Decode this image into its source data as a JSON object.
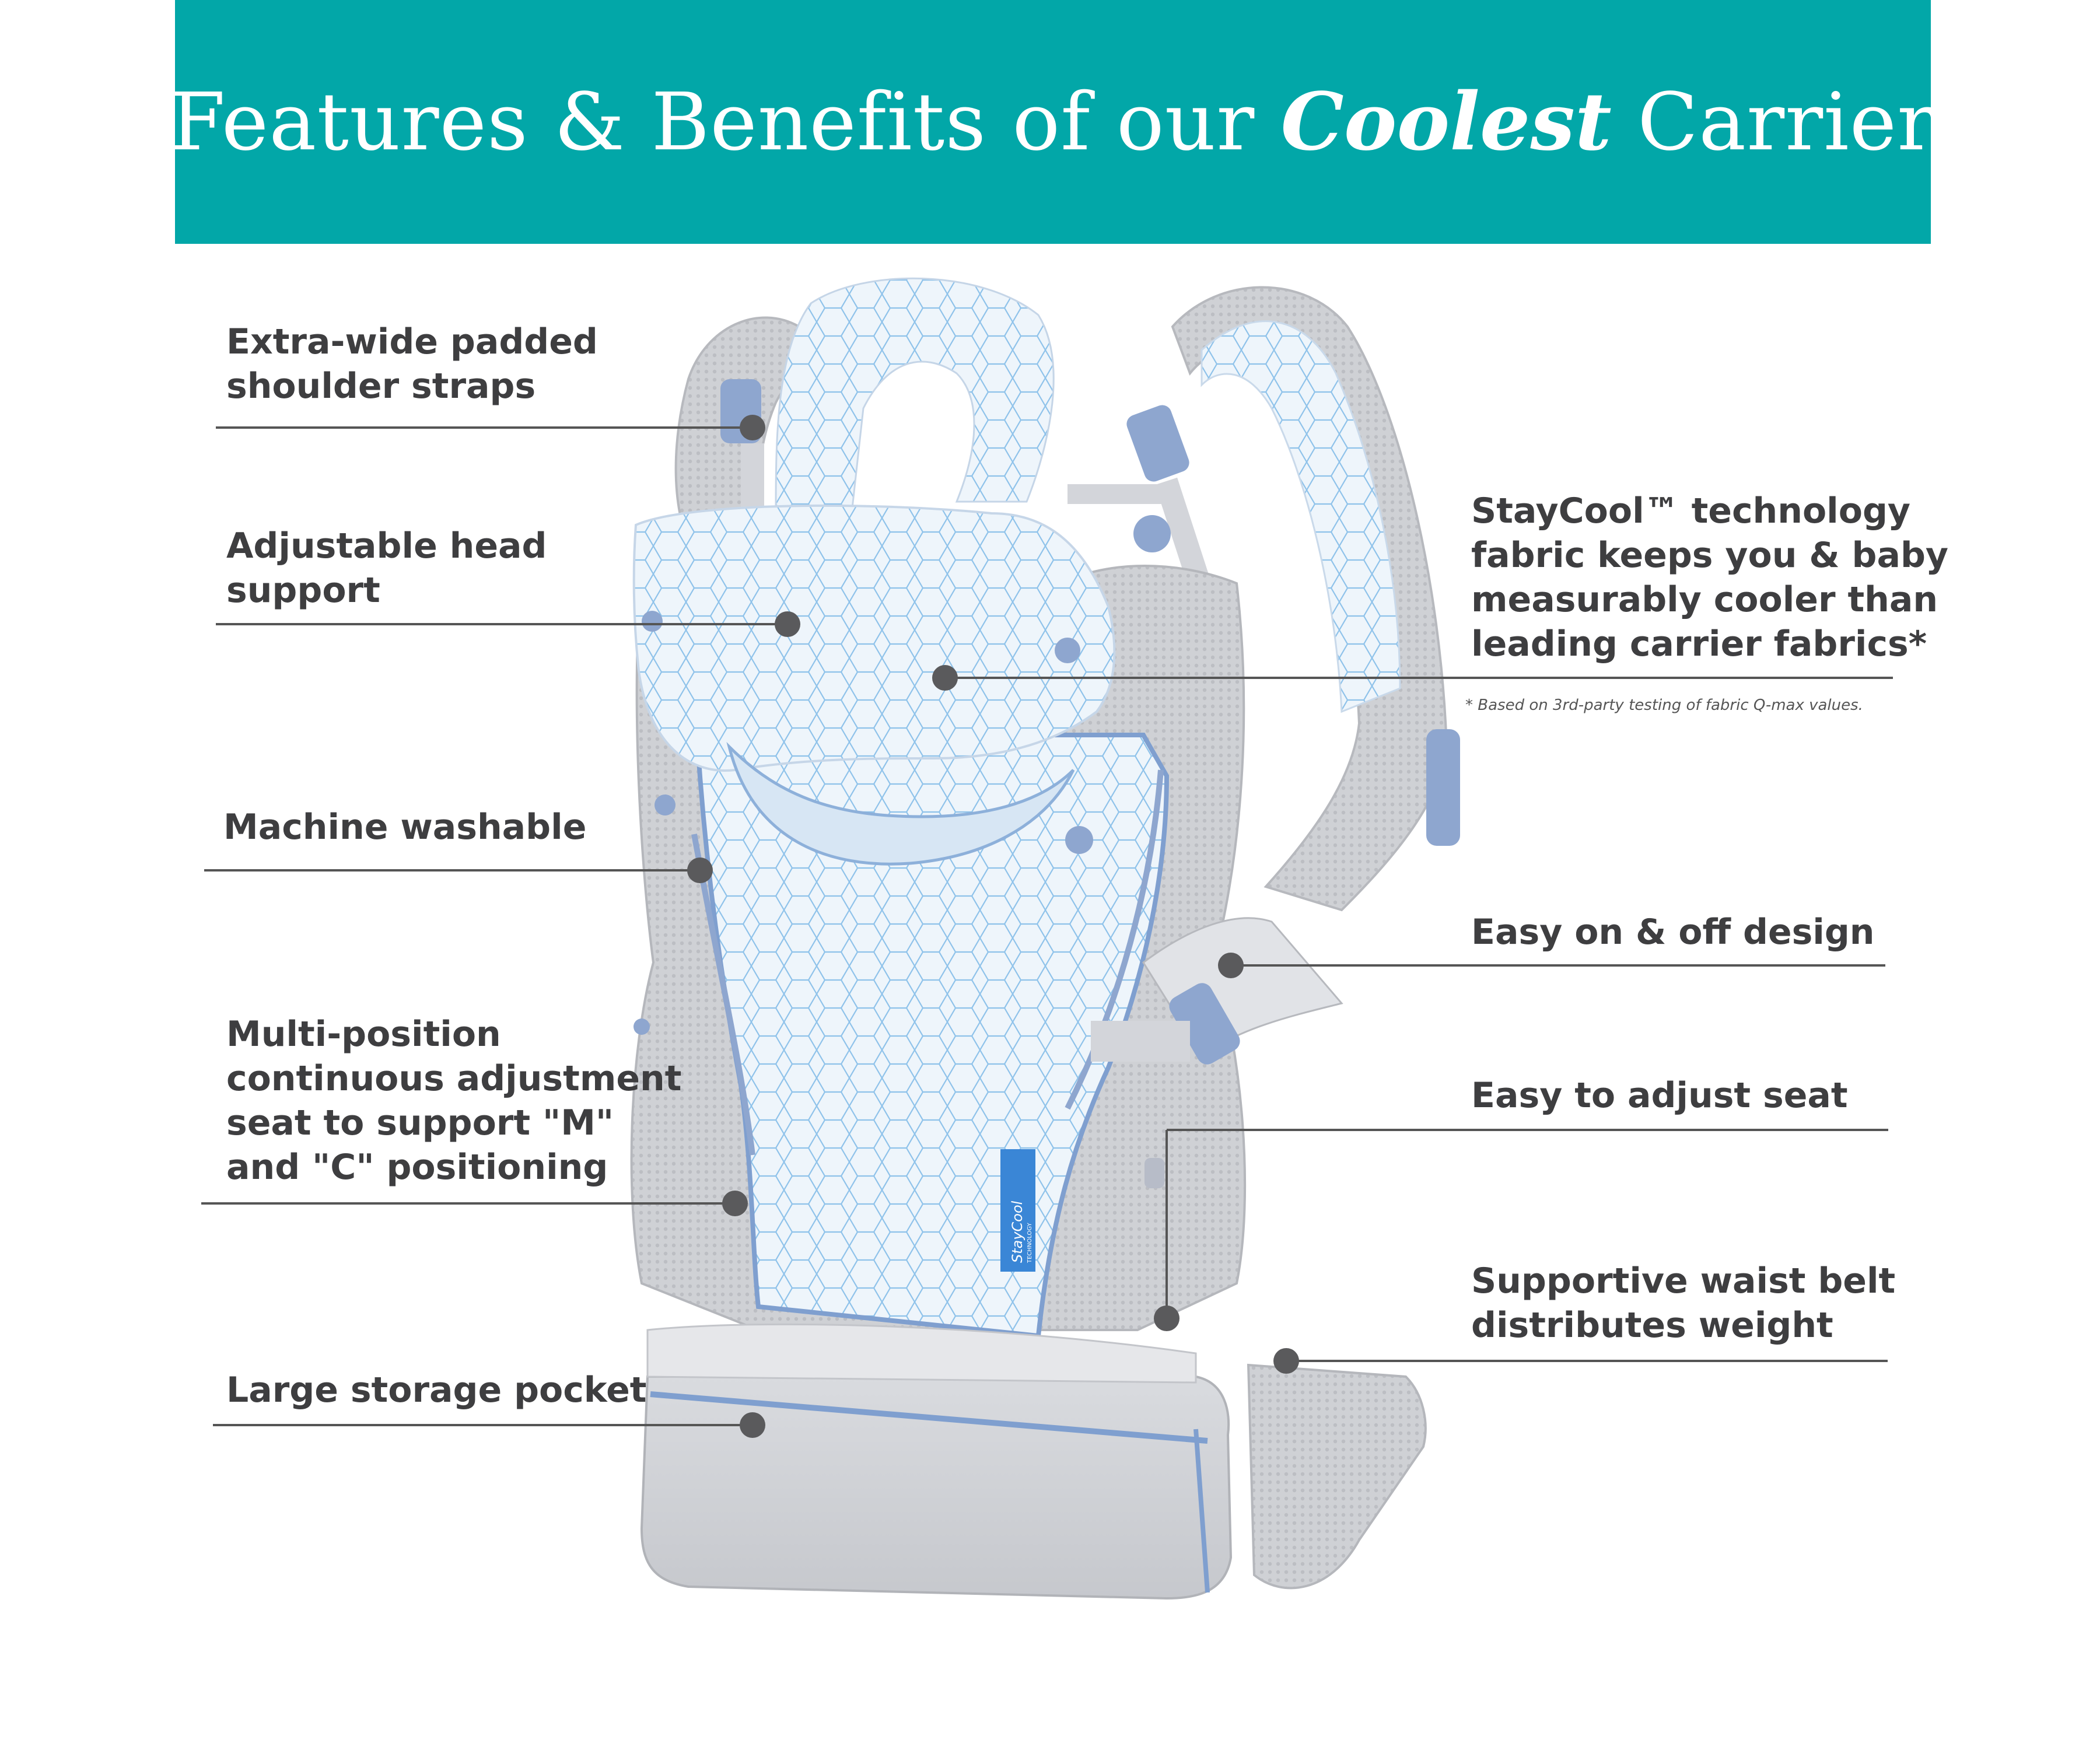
{
  "banner": {
    "color": "#02a7a8",
    "title_pre": "Features & Benefits of our ",
    "title_script": "Coolest",
    "title_post": " Carrier"
  },
  "image": {
    "subject": "front-facing baby carrier with honeycomb mesh panel",
    "brand_tag": "StayCool",
    "brand_tag_sub": "TECHNOLOGY"
  },
  "callouts": {
    "left": [
      {
        "lines": [
          "Extra-wide padded",
          "shoulder straps"
        ]
      },
      {
        "lines": [
          "Adjustable head",
          "support"
        ]
      },
      {
        "lines": [
          "Machine washable"
        ]
      },
      {
        "lines": [
          "Multi-position",
          "continuous adjustment",
          "seat to support \"M\"",
          "and \"C\" positioning"
        ]
      },
      {
        "lines": [
          "Large storage pocket"
        ]
      }
    ],
    "right": [
      {
        "lines": [
          "StayCool™ technology",
          "fabric keeps you & baby",
          "measurably cooler than",
          "leading carrier fabrics*"
        ]
      },
      {
        "lines": [
          "Easy on & off design"
        ]
      },
      {
        "lines": [
          "Easy to adjust seat"
        ]
      },
      {
        "lines": [
          "Supportive waist belt",
          "distributes weight"
        ]
      }
    ],
    "footnote": "* Based on 3rd-party testing   of fabric Q-max values."
  },
  "colors": {
    "label_text": "#3e3e40",
    "leader_line": "#555555",
    "dot": "#5a5a5c",
    "fabric_light": "#e8f1f9",
    "fabric_honeycomb": "#8ec2ea",
    "mesh_gray": "#c9cbcf",
    "trim_blue": "#7f9fcf"
  }
}
